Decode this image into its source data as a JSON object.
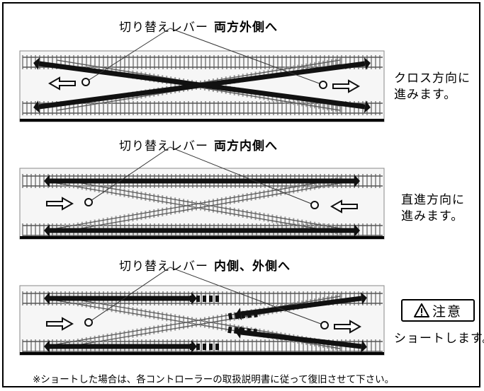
{
  "panels": [
    {
      "title_prefix": "切り替えレバー",
      "title_bold": "両方外側へ",
      "result_line1": "クロス方向に",
      "result_line2": "進みます。"
    },
    {
      "title_prefix": "切り替えレバー",
      "title_bold": "両方内側へ",
      "result_line1": "直進方向に",
      "result_line2": "進みます。"
    },
    {
      "title_prefix": "切り替えレバー",
      "title_bold": "内側、外側へ",
      "caution_label": "注意",
      "result_line1": "ショートします。"
    }
  ],
  "footer_note": "※ショートした場合は、各コントローラーの取扱説明書に従って復旧させて下さい。",
  "colors": {
    "rail": "#555555",
    "tie": "#9a9a9a",
    "arrow": "#111111",
    "bg": "#ffffff"
  },
  "icons": [
    "warning-triangle-icon"
  ]
}
